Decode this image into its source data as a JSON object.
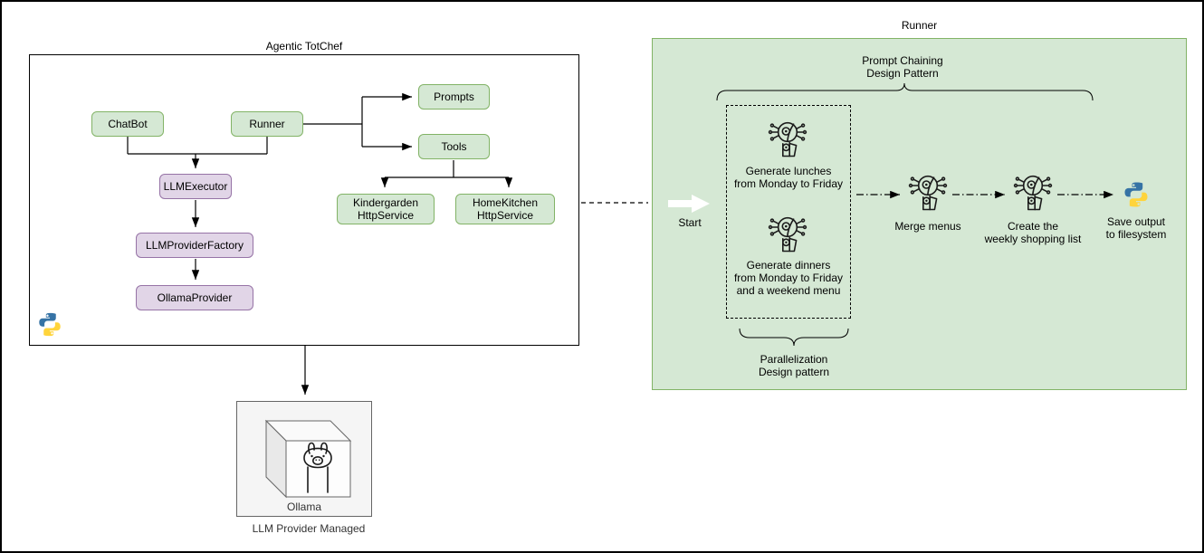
{
  "left_diagram": {
    "title": "Agentic TotChef",
    "nodes": [
      {
        "id": "chatbot",
        "label": "ChatBot",
        "type": "green"
      },
      {
        "id": "runner",
        "label": "Runner",
        "type": "green"
      },
      {
        "id": "prompts",
        "label": "Prompts",
        "type": "green"
      },
      {
        "id": "tools",
        "label": "Tools",
        "type": "green"
      },
      {
        "id": "kindergarden",
        "label": "Kindergarden\nHttpService",
        "type": "green"
      },
      {
        "id": "homekitchen",
        "label": "HomeKitchen\nHttpService",
        "type": "green"
      },
      {
        "id": "llmexecutor",
        "label": "LLMExecutor",
        "type": "purple"
      },
      {
        "id": "llmproviderfactory",
        "label": "LLMProviderFactory",
        "type": "purple"
      },
      {
        "id": "ollamaprovider",
        "label": "OllamaProvider",
        "type": "purple"
      }
    ]
  },
  "ollama_group": {
    "box_label": "Ollama",
    "caption": "LLM Provider Managed"
  },
  "runner_panel": {
    "title": "Runner",
    "prompt_chaining_label": "Prompt Chaining\nDesign Pattern",
    "parallelization_label": "Parallelization\nDesign pattern",
    "start_label": "Start",
    "steps": [
      {
        "id": "generate-lunches",
        "label": "Generate lunches\nfrom Monday to Friday"
      },
      {
        "id": "generate-dinners",
        "label": "Generate dinners\nfrom Monday to Friday\nand a weekend menu"
      },
      {
        "id": "merge-menus",
        "label": "Merge menus"
      },
      {
        "id": "create-list",
        "label": "Create the\nweekly shopping list"
      },
      {
        "id": "save-output",
        "label": "Save output\nto filesystem"
      }
    ]
  },
  "icons": {
    "robot": "robot-agent-icon",
    "python": "python-logo-icon",
    "llama": "ollama-llama-icon",
    "cube": "server-cube-icon",
    "start": "start-arrow-icon"
  },
  "colors": {
    "node_green_fill": "#d5e8d4",
    "node_green_border": "#82b366",
    "node_purple_fill": "#e1d5e7",
    "node_purple_border": "#9673a6",
    "panel_fill": "#d5e8d4",
    "panel_border": "#82b366",
    "server_box_fill": "#f5f5f5",
    "server_box_border": "#666666",
    "python_blue": "#3673a5",
    "python_yellow": "#ffd43b",
    "line_color": "#000000"
  }
}
